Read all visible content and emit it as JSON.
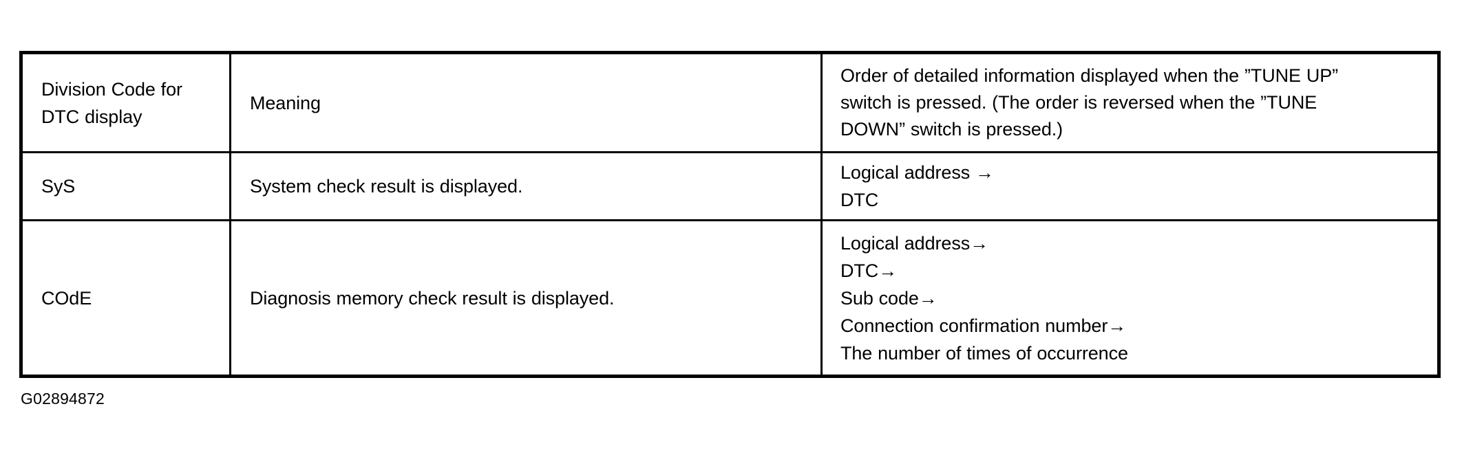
{
  "table": {
    "columns": [
      {
        "key": "division_code",
        "header": "Division Code for DTC display"
      },
      {
        "key": "meaning",
        "header": "Meaning"
      },
      {
        "key": "order",
        "header": "Order of detailed information displayed when the ”TUNE UP” switch is pressed. (The order is reversed when the ”TUNE DOWN” switch is pressed.)"
      }
    ],
    "header": {
      "division_code_line1": "Division Code for",
      "division_code_line2": "DTC display",
      "meaning": "Meaning",
      "order_line1": "Order of detailed information displayed when the ”TUNE UP”",
      "order_line2": "switch is pressed. (The order is reversed when the ”TUNE",
      "order_line3": "DOWN” switch is pressed.)"
    },
    "rows": [
      {
        "division_code": "SyS",
        "meaning": "System check result is displayed.",
        "order_lines": [
          "Logical address →",
          "DTC"
        ]
      },
      {
        "division_code": "COdE",
        "meaning": "Diagnosis memory check result is displayed.",
        "order_lines": [
          "Logical address→",
          "DTC→",
          "Sub code→",
          "Connection confirmation number→",
          "The number of times of occurrence"
        ]
      }
    ]
  },
  "caption": "G02894872",
  "colors": {
    "border": "#000000",
    "text": "#000000",
    "background": "#ffffff"
  }
}
